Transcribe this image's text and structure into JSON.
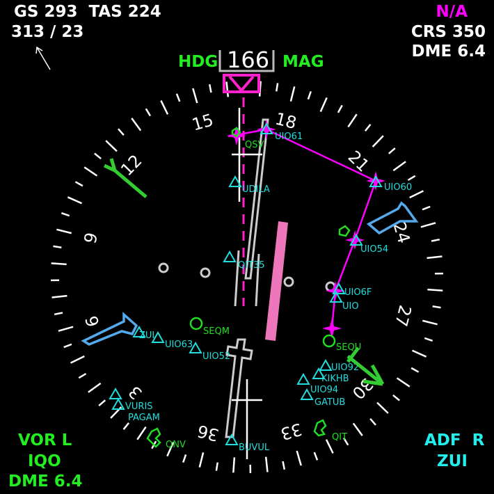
{
  "top_left": {
    "speeds": "GS 293  TAS 224",
    "wind": "313 / 23",
    "wind_icon": "wind-arrow-icon"
  },
  "top_right": {
    "mode": "N/A",
    "course": "CRS 350",
    "dme": "DME 6.4"
  },
  "heading": {
    "label": "HDG",
    "value": "166",
    "reference": "MAG"
  },
  "bottom_left": {
    "source": "VOR L",
    "station": "IQO",
    "dme": "DME 6.4"
  },
  "bottom_right": {
    "source": "ADF  R",
    "station": "ZUI"
  },
  "compass": {
    "heading_deg": 166,
    "course_deg": 350,
    "labels": [
      "36",
      "3",
      "6",
      "9",
      "12",
      "15",
      "18",
      "21",
      "24",
      "27",
      "30",
      "33"
    ]
  },
  "waypoints": {
    "uio61": "UIO61",
    "udila": "UDILA",
    "qit35": "QIT35",
    "uio60": "UIO60",
    "uio54": "UIO54",
    "uio6f": "UIO6F",
    "uio": "UIO",
    "uio92": "UIO92",
    "kikhb": "KIKHB",
    "uio94": "UIO94",
    "gatub": "GATUB",
    "zui": "ZUI",
    "uio63": "UIO63",
    "uio52": "UIO52",
    "vuris": "VURIS",
    "pagam": "PAGAM",
    "buvul": "BUVUL"
  },
  "navaids": {
    "qsv": "QSV",
    "seqm": "SEQM",
    "sequ": "SEQU",
    "qnv": "QNV",
    "qit": "QIT"
  },
  "colors": {
    "route": "#ff00ff",
    "waypoint": "#22dddd",
    "navaid": "#22dd22",
    "adf": "#55aaee",
    "deviation": "#ee77bb"
  }
}
